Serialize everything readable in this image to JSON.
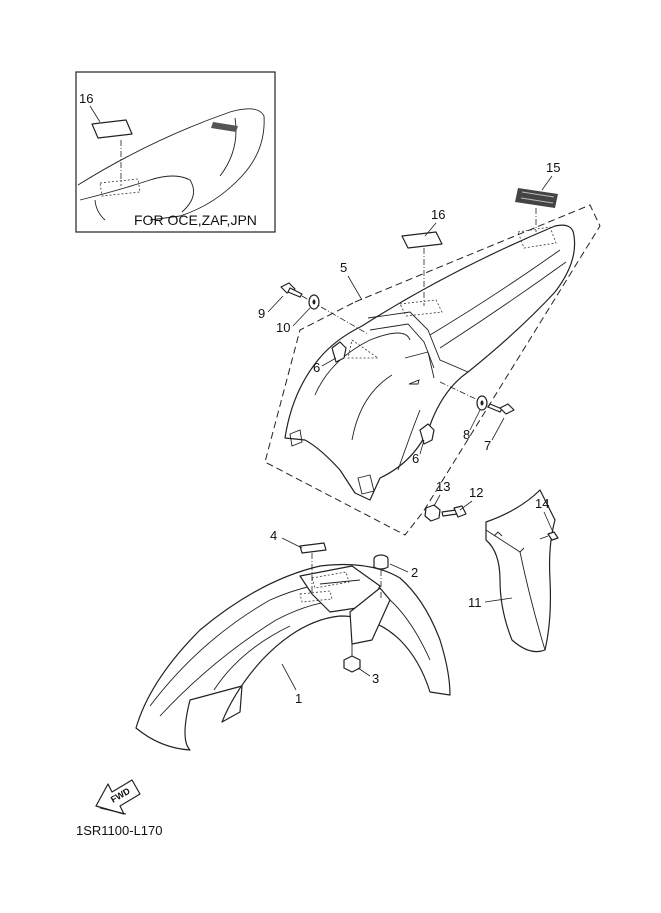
{
  "callouts": {
    "c1": "1",
    "c2": "2",
    "c3": "3",
    "c4": "4",
    "c5": "5",
    "c6a": "6",
    "c6b": "6",
    "c7": "7",
    "c8": "8",
    "c9": "9",
    "c10": "10",
    "c11": "11",
    "c12": "12",
    "c13": "13",
    "c14": "14",
    "c15": "15",
    "c16a": "16",
    "c16b": "16"
  },
  "inset": {
    "note": "FOR OCE,ZAF,JPN"
  },
  "fwd_label": "FWD",
  "diagram_code": "1SR1100-L170"
}
